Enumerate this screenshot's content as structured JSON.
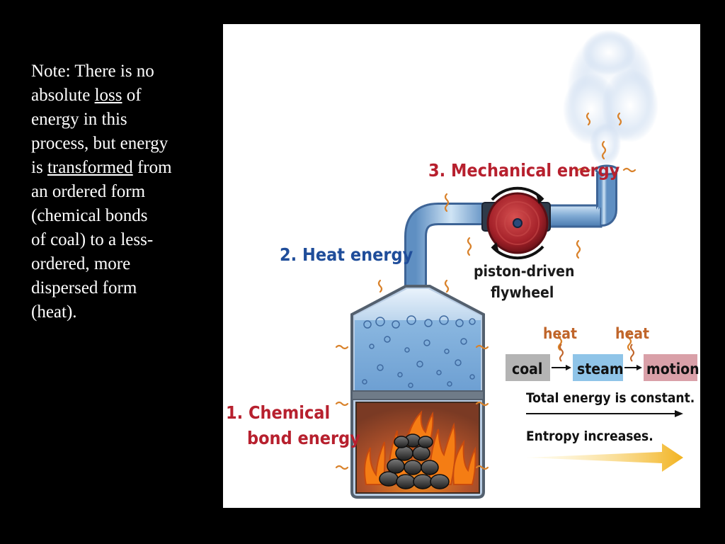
{
  "note": {
    "line1": "Note: There is no",
    "line2_prefix": "absolute ",
    "line2_underlined": "loss",
    "line2_suffix": " of",
    "line3": "energy in this",
    "line4": "process, but energy",
    "line5_prefix": "is ",
    "line5_underlined": "transformed",
    "line5_suffix": " from",
    "line6": "an ordered form",
    "line7": "(chemical bonds",
    "line8": "of coal) to a less-",
    "line9": "ordered, more",
    "line10": "dispersed form",
    "line11": "(heat)."
  },
  "diagram": {
    "label_chemical_line1": "1. Chemical",
    "label_chemical_line2": "bond energy",
    "label_heat": "2. Heat energy",
    "label_mechanical": "3. Mechanical energy",
    "flywheel_line1": "piston-driven",
    "flywheel_line2": "flywheel",
    "flow": {
      "heat1": "heat",
      "heat2": "heat",
      "coal": "coal",
      "steam": "steam",
      "motion": "motion",
      "total_energy": "Total energy is constant.",
      "entropy": "Entropy increases."
    },
    "colors": {
      "label_red": "#b7202e",
      "label_blue": "#1f4d9a",
      "heat_text": "#c0652a",
      "coal_box": "#b4b4b4",
      "steam_box": "#8fc4e8",
      "motion_box": "#d9a0a8",
      "arrow_yellow": "#f2b320",
      "wavy": "#d9822b"
    }
  }
}
